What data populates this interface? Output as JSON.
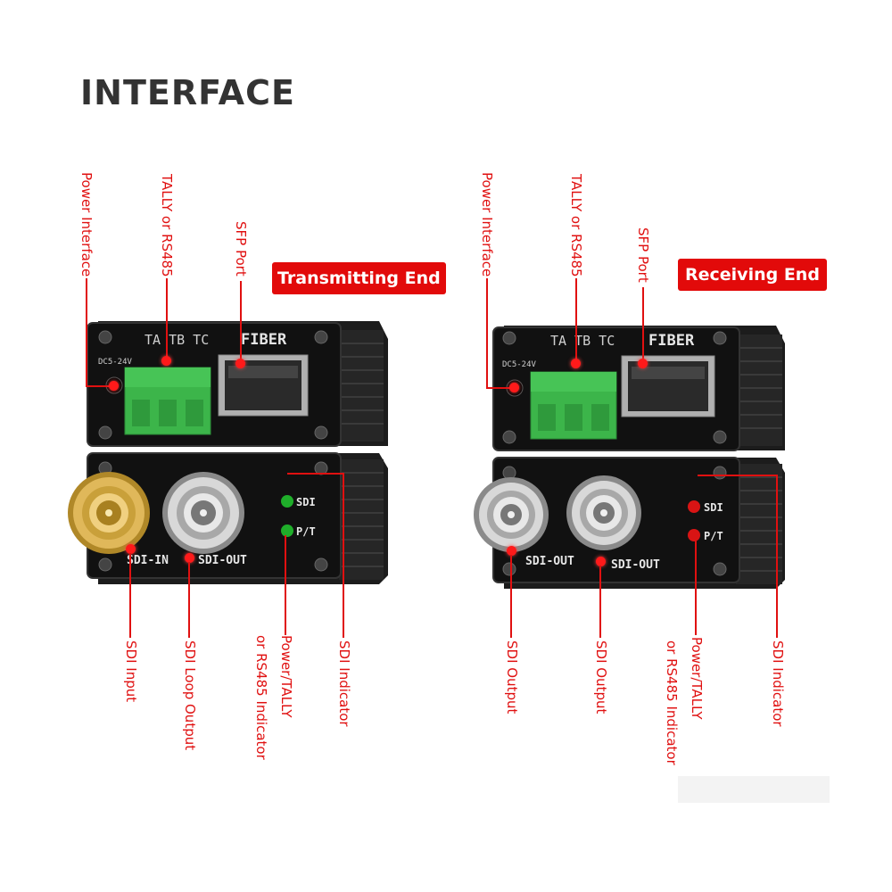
{
  "title": "INTERFACE",
  "transmitter": {
    "badge": "Transmitting End",
    "panel": {
      "top_text": "TA TB TC",
      "fiber_text": "FIBER",
      "dc_text": "DC5-24V",
      "port1": "SDI-IN",
      "port2": "SDI-OUT",
      "led1": "SDI",
      "led2": "P/T"
    },
    "labels": {
      "power": "Power Interface",
      "tally": "TALLY or RS485",
      "sfp": "SFP Port",
      "sdi_in": "SDI Input",
      "sdi_loop": "SDI Loop Output",
      "power_tally_1": "Power/TALLY",
      "power_tally_2": "or RS485 Indicator",
      "sdi_ind": "SDI Indicator"
    },
    "led_color": "#1fae2a"
  },
  "receiver": {
    "badge": "Receiving End",
    "panel": {
      "top_text": "TA TB TC",
      "fiber_text": "FIBER",
      "dc_text": "DC5-24V",
      "port1": "SDI-OUT",
      "port2": "SDI-OUT",
      "led1": "SDI",
      "led2": "P/T"
    },
    "labels": {
      "power": "Power Interface",
      "tally": "TALLY or RS485",
      "sfp": "SFP Port",
      "sdi_out1": "SDI Output",
      "sdi_out2": "SDI Output",
      "power_tally_1": "Power/TALLY",
      "power_tally_2": "or RS485 Indicator",
      "sdi_ind": "SDI Indicator"
    },
    "led_color": "#d81414"
  },
  "colors": {
    "accent": "#e20a0a",
    "body": "#1a1a1a",
    "terminal": "#3cb54a",
    "gold": "#c9a03a",
    "silver": "#b8b8b8"
  }
}
